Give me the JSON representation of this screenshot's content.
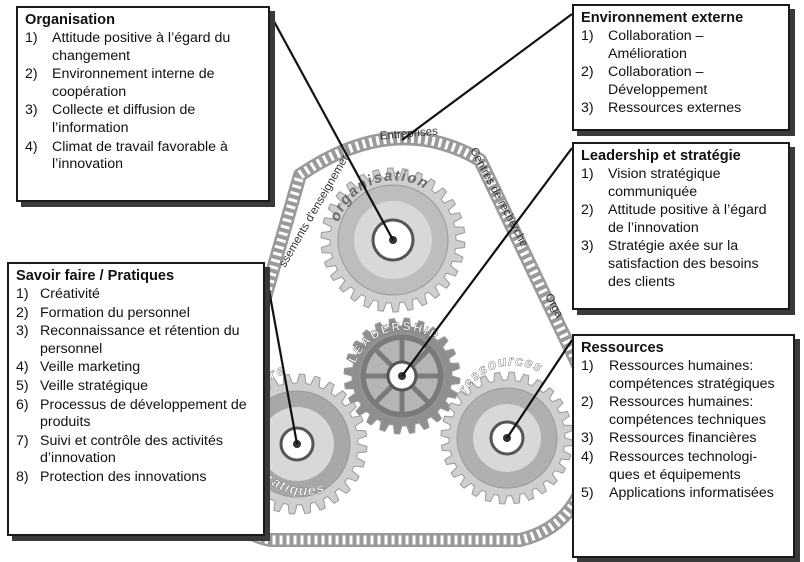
{
  "boxes": {
    "organisation": {
      "title": "Organisation",
      "items": [
        {
          "num": "1)",
          "text": "Attitude positive à l’égard du changement"
        },
        {
          "num": "2)",
          "text": "Environnement interne de coopération"
        },
        {
          "num": "3)",
          "text": "Collecte et diffusion de l’information"
        },
        {
          "num": "4)",
          "text": "Climat de travail favorable à l’innovation"
        }
      ]
    },
    "environnement": {
      "title": "Environnement externe",
      "items": [
        {
          "num": "1)",
          "text": "Collaboration – Amélioration"
        },
        {
          "num": "2)",
          "text": "Collaboration – Développement"
        },
        {
          "num": "3)",
          "text": "Ressources externes"
        }
      ]
    },
    "leadership": {
      "title": "Leadership et stratégie",
      "items": [
        {
          "num": "1)",
          "text": "Vision stratégique communiquée"
        },
        {
          "num": "2)",
          "text": "Attitude positive à l’égard de l’innovation"
        },
        {
          "num": "3)",
          "text": "Stratégie axée sur la satisfaction des besoins des clients"
        }
      ]
    },
    "savoir": {
      "title": "Savoir faire / Pratiques",
      "items": [
        {
          "num": "1)",
          "text": "Créativité"
        },
        {
          "num": "2)",
          "text": "Formation du personnel"
        },
        {
          "num": "3)",
          "text": "Reconnaissance et rétention du personnel"
        },
        {
          "num": "4)",
          "text": "Veille marketing"
        },
        {
          "num": "5)",
          "text": "Veille stratégique"
        },
        {
          "num": "6)",
          "text": "Processus de développement de produits"
        },
        {
          "num": "7)",
          "text": "Suivi et contrôle des activités d’innovation"
        },
        {
          "num": "8)",
          "text": "Protection des innovations"
        }
      ]
    },
    "ressources": {
      "title": "Ressources",
      "items": [
        {
          "num": "1)",
          "text": "Ressources humaines: compétences stratégiques"
        },
        {
          "num": "2)",
          "text": "Ressources humaines: compétences techniques"
        },
        {
          "num": "3)",
          "text": "Ressources financières"
        },
        {
          "num": "4)",
          "text": "Ressources technologi-ques et équipements"
        },
        {
          "num": "5)",
          "text": "Applications informatisées"
        }
      ]
    }
  },
  "gears": {
    "organisation": "organisation",
    "leadership": "LEADERSHIP",
    "ressources": "ressources",
    "savoir_faire": "faire",
    "pratiques": "pratiques"
  },
  "belt_labels": {
    "entreprises": "Entreprises",
    "centres": "Centres de recherche",
    "etablissements": "ssements d'enseignemer",
    "org": "Orga"
  },
  "colors": {
    "gear_light": "#cfcfcf",
    "gear_dark": "#8f8f8f",
    "belt": "#9a9a9a",
    "box_border": "#1a1a1a",
    "box_shadow": "#3a3a3a",
    "line": "#111111"
  }
}
